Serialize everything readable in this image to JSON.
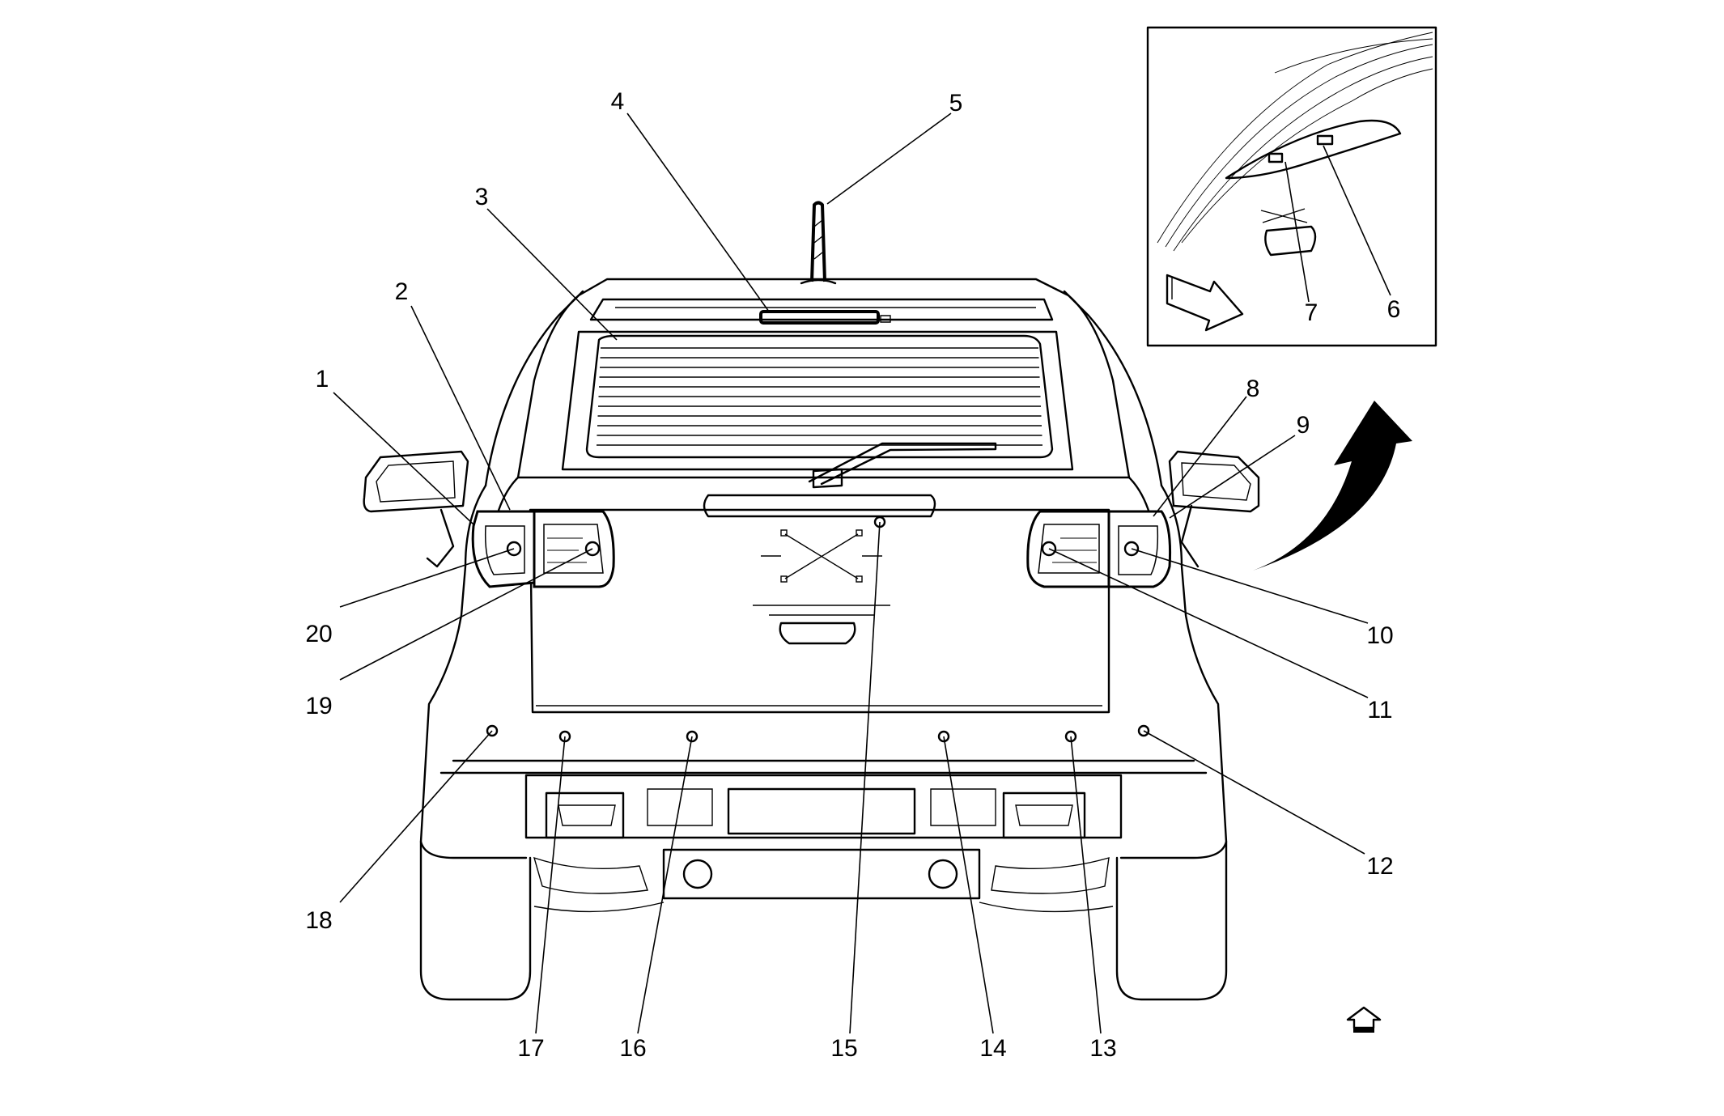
{
  "diagram": {
    "callouts": [
      {
        "id": "c1",
        "label": "1"
      },
      {
        "id": "c2",
        "label": "2"
      },
      {
        "id": "c3",
        "label": "3"
      },
      {
        "id": "c4",
        "label": "4"
      },
      {
        "id": "c5",
        "label": "5"
      },
      {
        "id": "c6",
        "label": "6"
      },
      {
        "id": "c7",
        "label": "7"
      },
      {
        "id": "c8",
        "label": "8"
      },
      {
        "id": "c9",
        "label": "9"
      },
      {
        "id": "c10",
        "label": "10"
      },
      {
        "id": "c11",
        "label": "11"
      },
      {
        "id": "c12",
        "label": "12"
      },
      {
        "id": "c13",
        "label": "13"
      },
      {
        "id": "c14",
        "label": "14"
      },
      {
        "id": "c15",
        "label": "15"
      },
      {
        "id": "c16",
        "label": "16"
      },
      {
        "id": "c17",
        "label": "17"
      },
      {
        "id": "c18",
        "label": "18"
      },
      {
        "id": "c19",
        "label": "19"
      },
      {
        "id": "c20",
        "label": "20"
      }
    ],
    "icons": [
      "front-direction-arrow-icon",
      "view-direction-arrow-icon",
      "curved-pointer-arrow-icon"
    ],
    "line_color": "#000000",
    "background_color": "#ffffff"
  }
}
